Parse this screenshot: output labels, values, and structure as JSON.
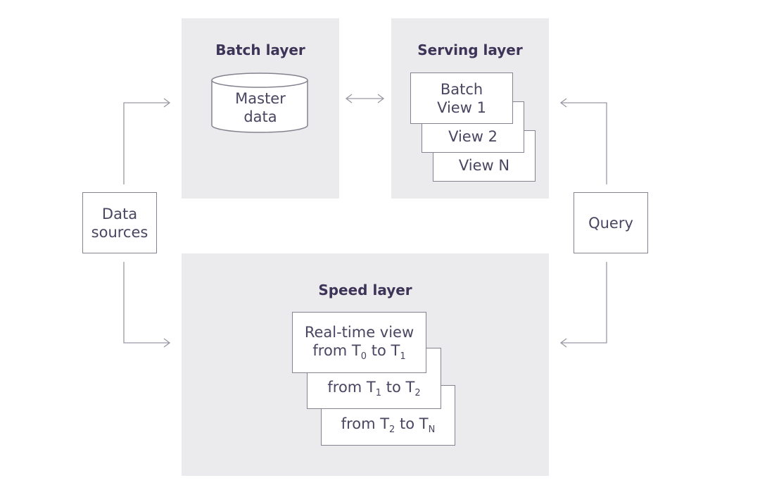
{
  "batch_layer": {
    "title": "Batch layer",
    "store_line1": "Master",
    "store_line2": "data"
  },
  "serving_layer": {
    "title": "Serving layer",
    "view1_line1": "Batch",
    "view1_line2": "View 1",
    "view2": "View 2",
    "viewN": "View N"
  },
  "speed_layer": {
    "title": "Speed layer",
    "rt1_line1": "Real-time view",
    "rt1_from": "from T",
    "rt1_s0": "0",
    "rt1_to": " to T",
    "rt1_s1": "1",
    "rt2_from": "from T",
    "rt2_s1": "1",
    "rt2_to": " to T",
    "rt2_s2": "2",
    "rt3_from": "from T",
    "rt3_s2": "2",
    "rt3_to": " to T",
    "rt3_sN": "N"
  },
  "data_sources": {
    "line1": "Data",
    "line2": "sources"
  },
  "query": {
    "label": "Query"
  },
  "colors": {
    "panel": "#ebebed",
    "box_border": "#85828f",
    "title": "#3d3457",
    "connector": "#9a97a3"
  }
}
